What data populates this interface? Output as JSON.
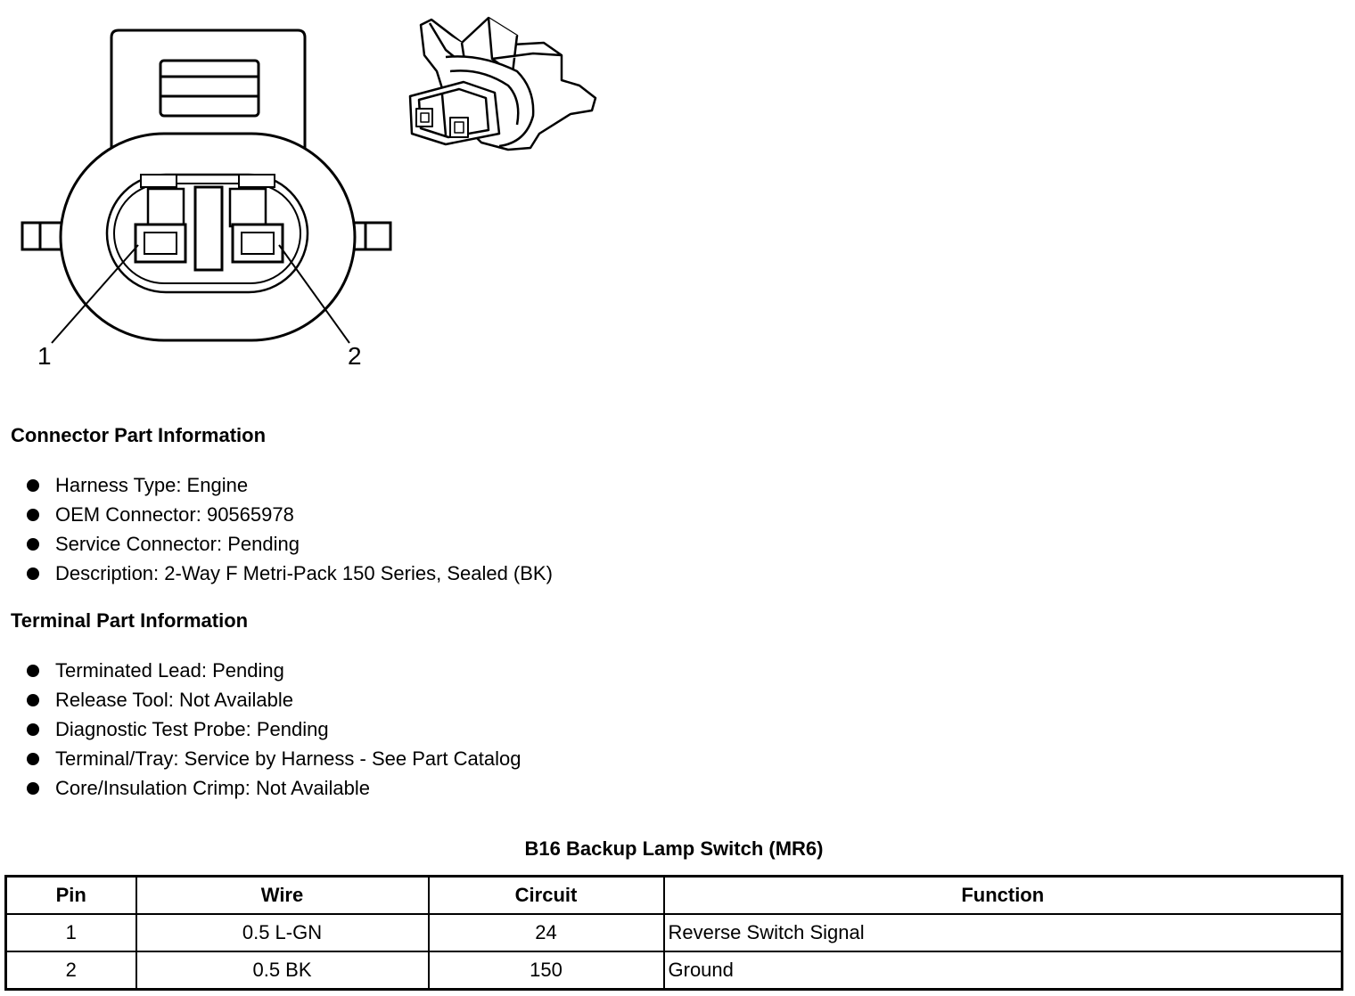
{
  "diagram": {
    "pin_labels": [
      "1",
      "2"
    ]
  },
  "connector_info": {
    "title": "Connector Part Information",
    "items": [
      "Harness Type: Engine",
      "OEM Connector: 90565978",
      "Service Connector: Pending",
      "Description: 2-Way F Metri-Pack 150 Series, Sealed (BK)"
    ]
  },
  "terminal_info": {
    "title": "Terminal Part Information",
    "items": [
      "Terminated Lead: Pending",
      "Release Tool: Not Available",
      "Diagnostic Test Probe: Pending",
      "Terminal/Tray: Service by Harness - See Part Catalog",
      "Core/Insulation Crimp: Not Available"
    ]
  },
  "pin_table": {
    "title": "B16 Backup Lamp Switch (MR6)",
    "headers": [
      "Pin",
      "Wire",
      "Circuit",
      "Function"
    ],
    "rows": [
      [
        "1",
        "0.5 L-GN",
        "24",
        "Reverse Switch Signal"
      ],
      [
        "2",
        "0.5 BK",
        "150",
        "Ground"
      ]
    ]
  }
}
